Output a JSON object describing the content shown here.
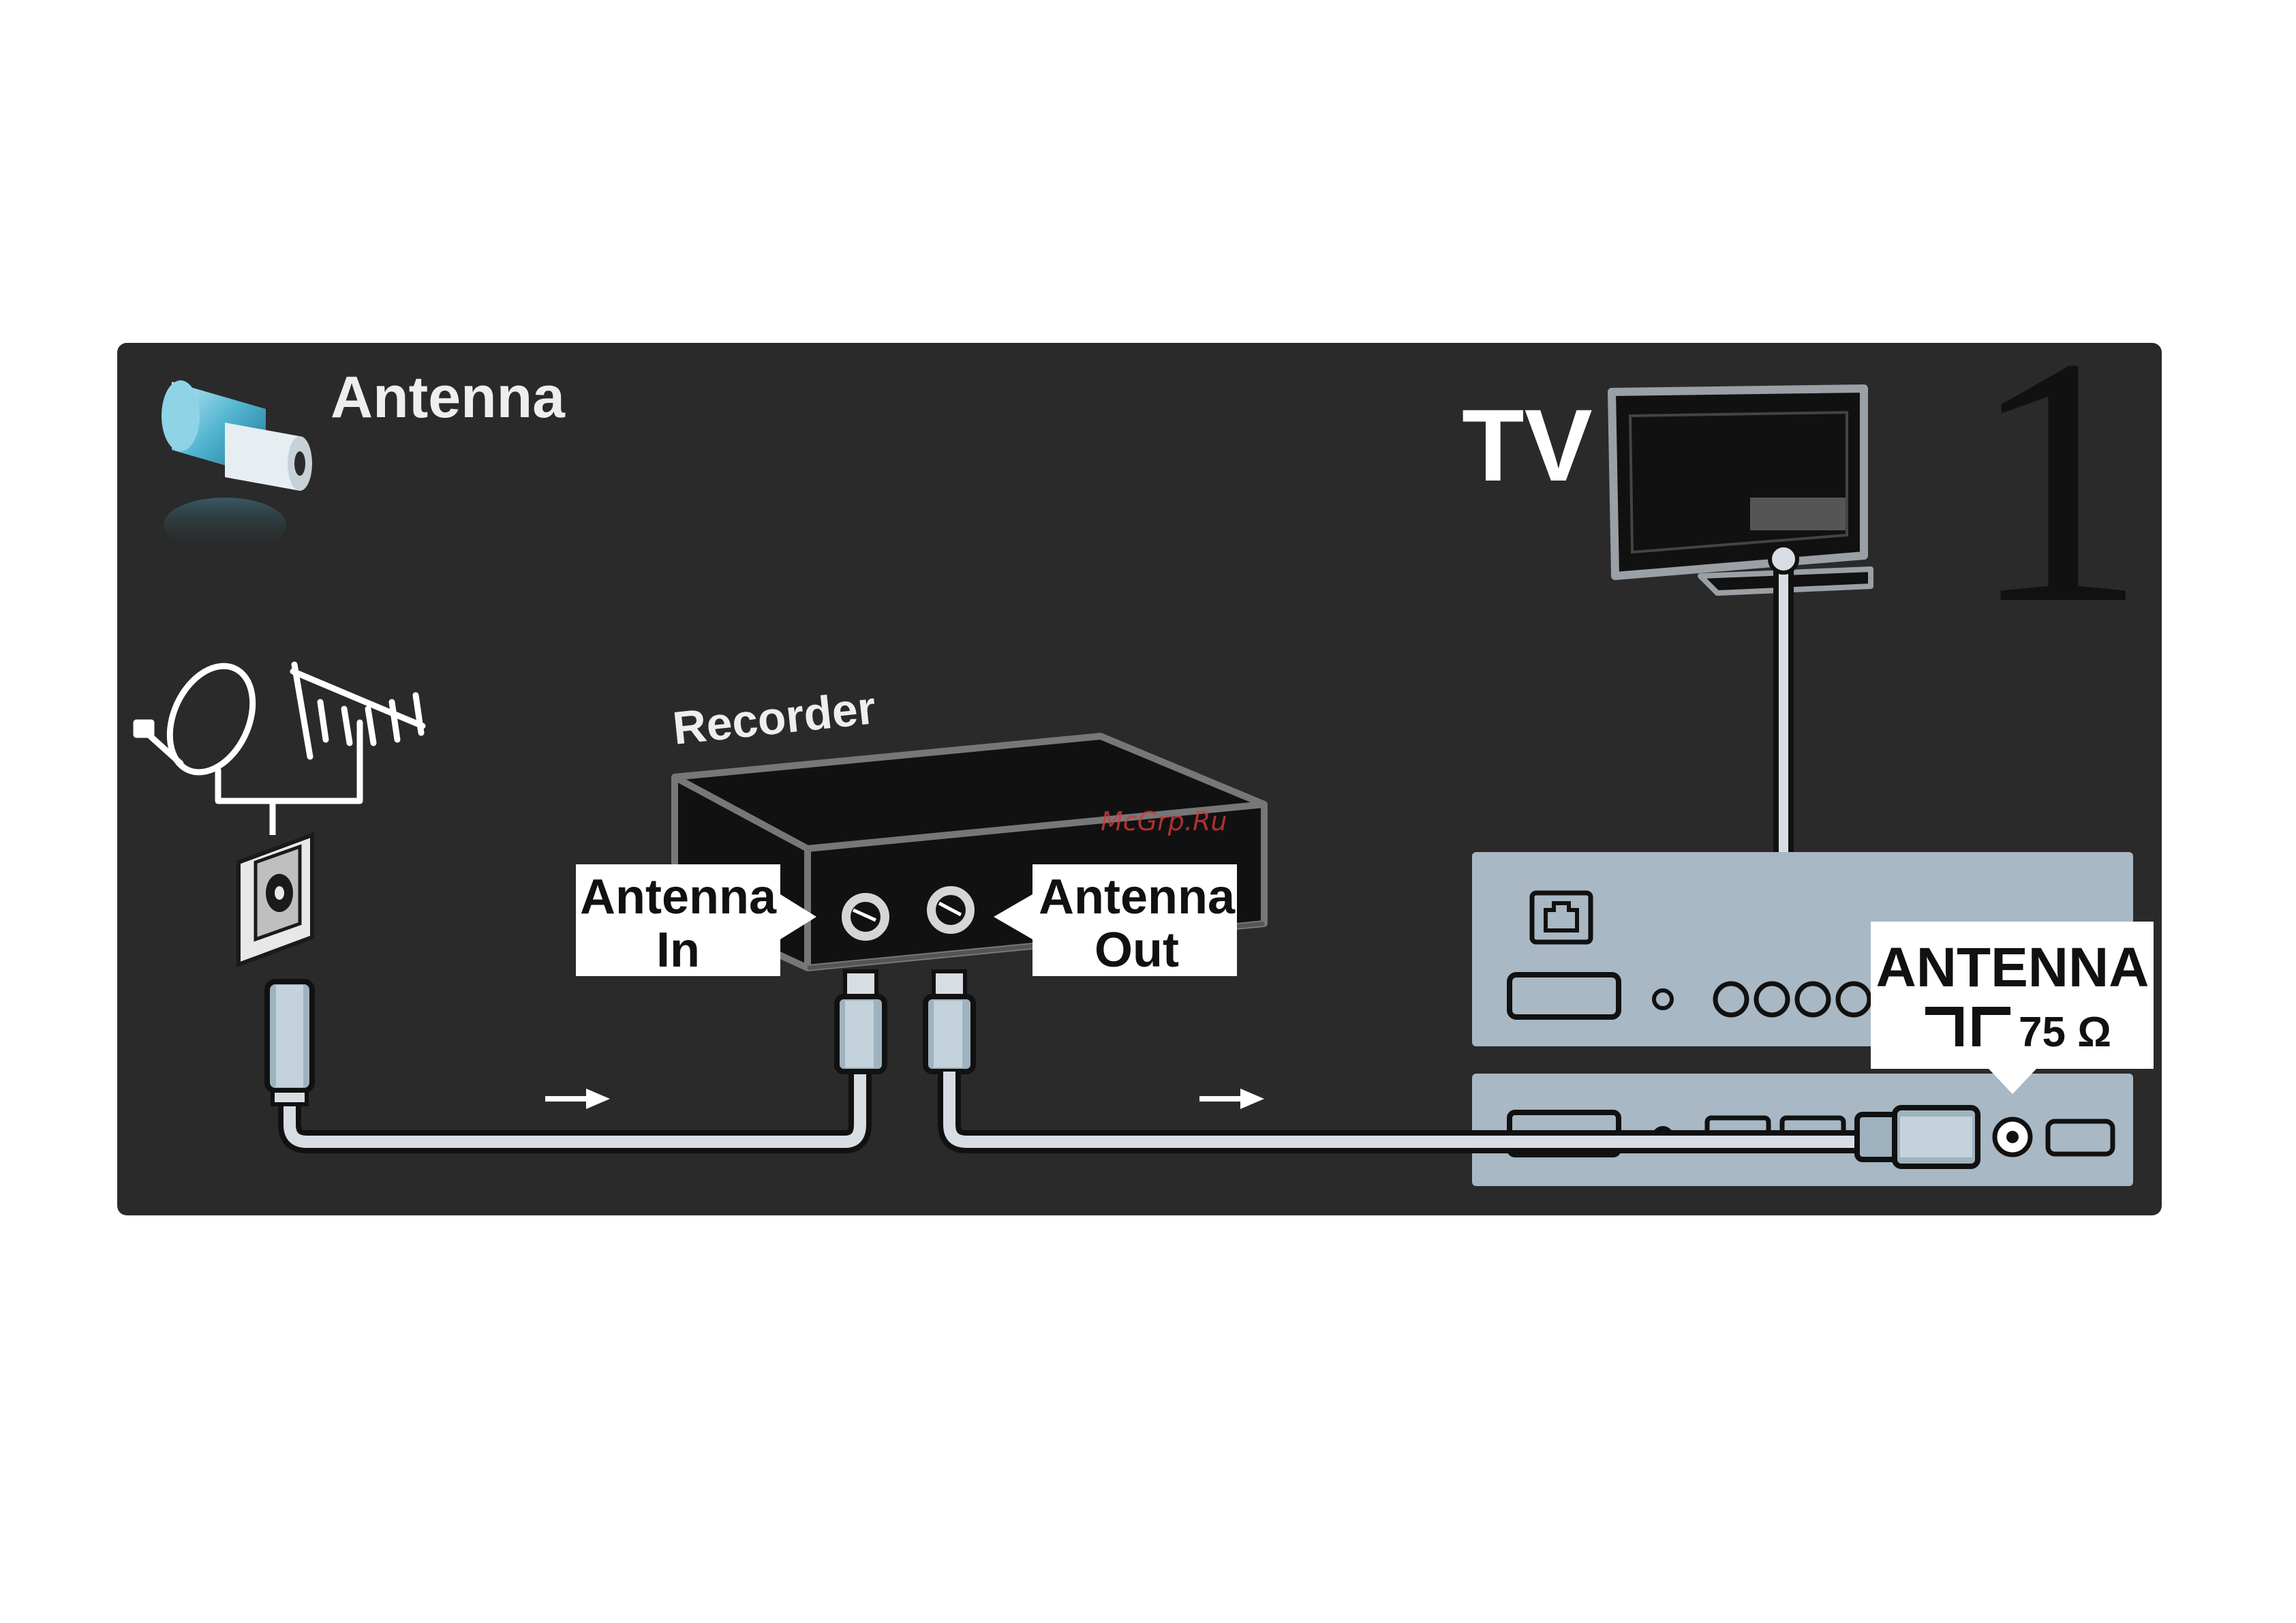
{
  "panel": {
    "background": "#2a2a2a",
    "line_color": "#d7dde3",
    "tv_back_color": "#a8b8c4"
  },
  "section_title": "Antenna",
  "step_number": "1",
  "tv_label": "TV",
  "recorder_label": "Recorder",
  "antenna_in_label": {
    "line1": "Antenna",
    "line2": "In"
  },
  "antenna_out_label": {
    "line1": "Antenna",
    "line2": "Out"
  },
  "tv_antenna_socket_label": {
    "line1": "ANTENNA",
    "line2": "75 Ω"
  },
  "watermark": "McGrp.Ru",
  "icons": [
    "antenna-plug-icon",
    "satellite-dish-icon",
    "aerial-icon",
    "wall-socket-icon",
    "tv-icon",
    "recorder-icon",
    "coax-plug-icon",
    "arrow-right-icon",
    "network-port-icon"
  ]
}
